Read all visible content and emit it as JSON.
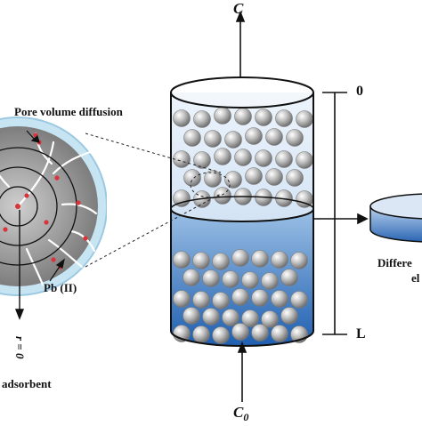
{
  "labels": {
    "c_out": "C",
    "c_in": "C",
    "c_in_sub": "0",
    "zero": "0",
    "length": "L",
    "pore_diffusion": "Pore volume diffusion",
    "lead": "Pb (II)",
    "r_zero": "r = 0",
    "adsorbent": "adsorbent",
    "differential_line1": "Differe",
    "differential_line2": "el"
  },
  "colors": {
    "liquid_top": "#dbe8f6",
    "liquid_bottom": "#1f5fb0",
    "particle": "#b9b9b9",
    "particle_edge": "#7a7a7a",
    "pellet_ring": "#b7dcf0",
    "pellet_core": "#8c8c8c",
    "site": "#d9343a"
  }
}
